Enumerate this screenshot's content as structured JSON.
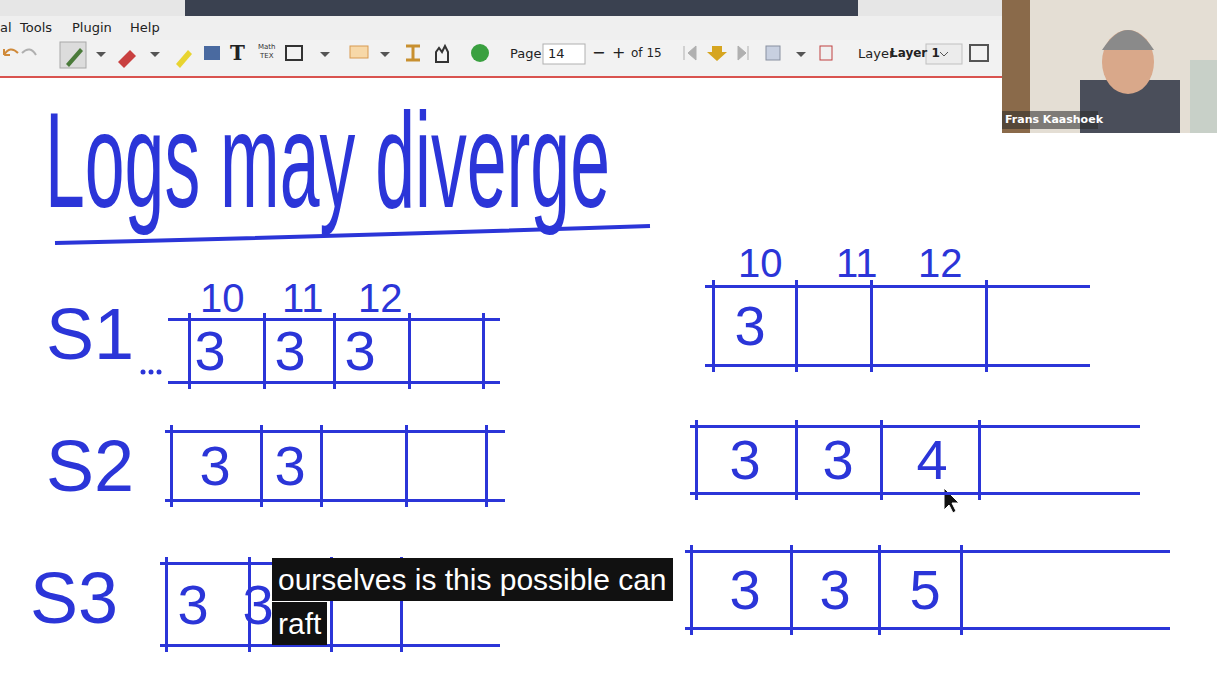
{
  "diagram": {
    "title": "Logs may diverge",
    "nodes": [
      {
        "text": [
          "3",
          "3",
          "3"
        ]
      },
      {
        "text": [
          "3",
          "3"
        ]
      },
      {
        "text": [
          "3",
          "3"
        ]
      },
      {
        "text": [
          "3"
        ]
      },
      {
        "text": [
          "3",
          "3",
          "4"
        ]
      },
      {
        "text": [
          "3",
          "3",
          "5"
        ]
      }
    ],
    "labels": [
      "al",
      "Tools",
      "Plugin",
      "Help",
      "T",
      "Math",
      "TEX",
      "Page",
      "14",
      "−",
      "+",
      "of 15",
      "Layer",
      "Layer 1",
      "Frans Kaashoek",
      "S1",
      "S2",
      "S3",
      "10",
      "11",
      "12",
      "10",
      "11",
      "12",
      "ourselves is this possible can raft"
    ]
  }
}
